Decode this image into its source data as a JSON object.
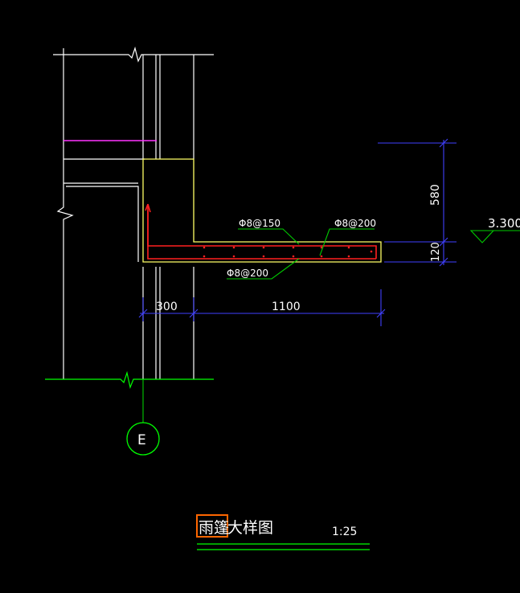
{
  "colors": {
    "background": "#000000",
    "wall": "#ffffff",
    "slab_outline": "#ffff66",
    "rebar": "#ff2020",
    "dimension": "#4040ff",
    "leader": "#00cc00",
    "axis": "#00ff00",
    "beam_line": "#ff33ff",
    "text": "#ffffff",
    "highlight": "#ff6600"
  },
  "rebar_labels": {
    "top_bar_a": "Φ8@150",
    "top_bar_b": "Φ8@200",
    "bottom_bar": "Φ8@200"
  },
  "dimensions": {
    "height_upper": "580",
    "height_lower": "120",
    "width_wall": "300",
    "width_canopy": "1100"
  },
  "elevation": "3.300",
  "axis_label": "E",
  "title": {
    "highlighted": "雨篷",
    "rest": "大样图",
    "scale": "1:25"
  }
}
